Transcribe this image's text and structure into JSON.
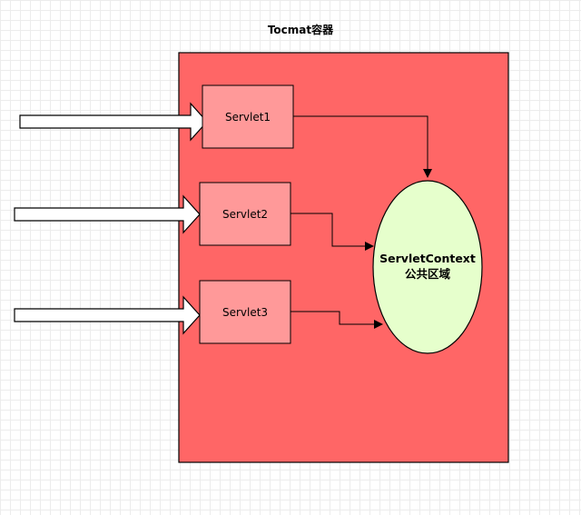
{
  "container": {
    "title": "Tocmat容器",
    "fill": "#ff6666"
  },
  "servlets": [
    {
      "label": "Servlet1"
    },
    {
      "label": "Servlet2"
    },
    {
      "label": "Servlet3"
    }
  ],
  "servlet_fill": "#ff9999",
  "context": {
    "line1": "ServletContext",
    "line2": "公共区域",
    "fill": "#e6ffcc"
  },
  "input_arrow_fill": "#ffffff",
  "connector_color": "#000000"
}
